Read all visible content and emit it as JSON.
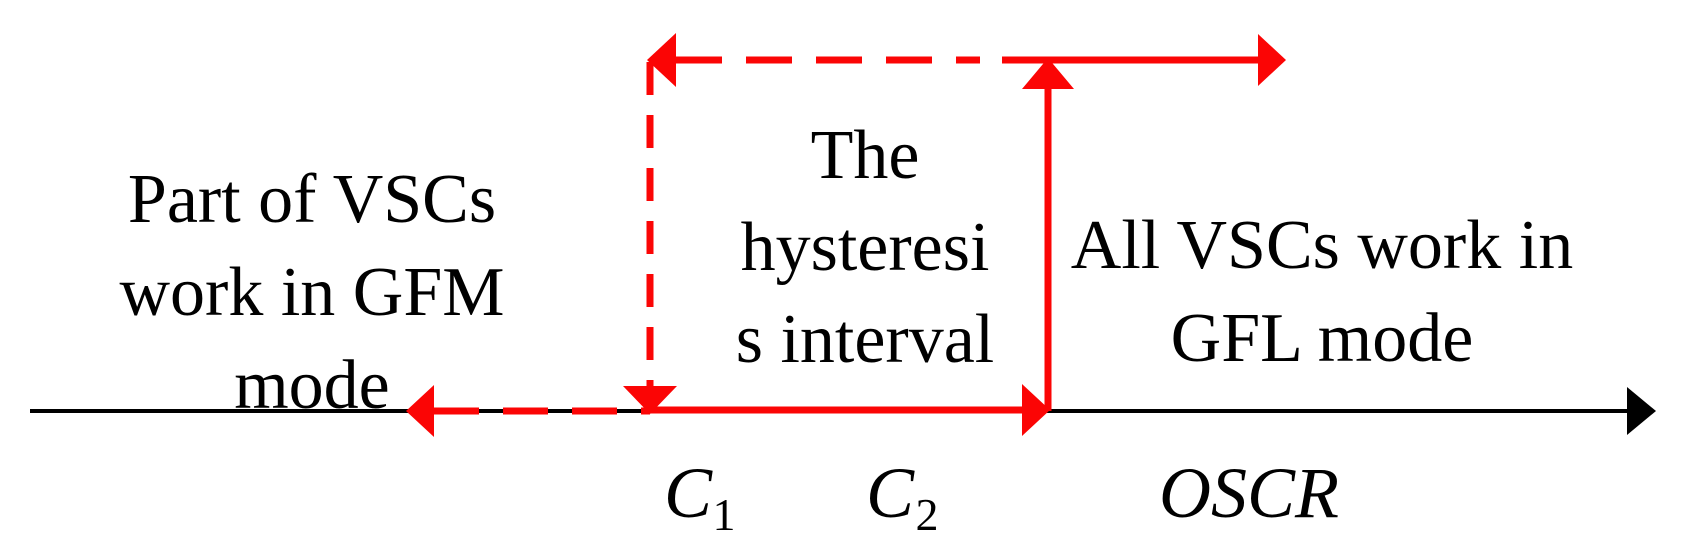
{
  "figure": {
    "colors": {
      "red": "#FB0505",
      "black": "#000000"
    },
    "regions": {
      "gfm": {
        "lines": [
          "Part of VSCs",
          "work in GFM",
          "mode"
        ]
      },
      "hysteresis": {
        "lines": [
          "The",
          "hysteresi",
          "s interval"
        ]
      },
      "gfl": {
        "lines": [
          "All VSCs work in",
          "GFL mode"
        ]
      }
    },
    "axis": {
      "label": "OSCR",
      "thresholds": [
        {
          "base": "C",
          "sub": "1"
        },
        {
          "base": "C",
          "sub": "2"
        }
      ]
    }
  }
}
